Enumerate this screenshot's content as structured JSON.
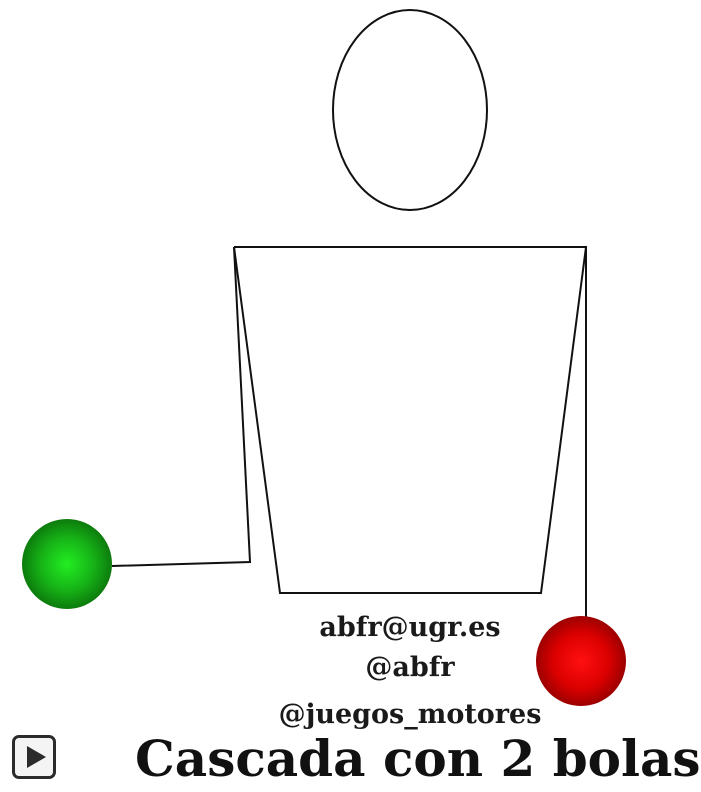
{
  "contact": {
    "email": "abfr@ugr.es",
    "twitter_personal": "@abfr",
    "twitter_project": "@juegos_motores"
  },
  "title": "Cascada con 2 bolas",
  "balls": {
    "left_color": "#19a319",
    "right_color": "#e00000"
  },
  "icons": {
    "play": "play-icon"
  }
}
